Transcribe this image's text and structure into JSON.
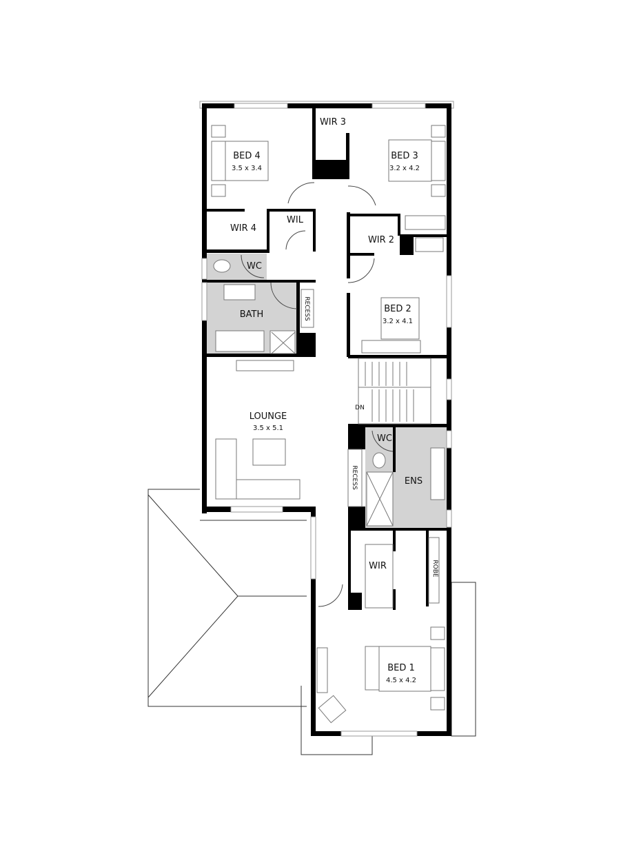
{
  "rooms": {
    "bed4": {
      "name": "BED 4",
      "size": "3.5 x 3.4"
    },
    "bed3": {
      "name": "BED 3",
      "size": "3.2 x 4.2"
    },
    "bed2": {
      "name": "BED 2",
      "size": "3.2 x 4.1"
    },
    "bed1": {
      "name": "BED 1",
      "size": "4.5 x 4.2"
    },
    "lounge": {
      "name": "LOUNGE",
      "size": "3.5 x 5.1"
    },
    "wir3": {
      "name": "WIR 3"
    },
    "wir4": {
      "name": "WIR 4"
    },
    "wil": {
      "name": "WIL"
    },
    "wir2": {
      "name": "WIR 2"
    },
    "wc_main": {
      "name": "WC"
    },
    "bath": {
      "name": "BATH"
    },
    "recess_bath": {
      "name": "RECESS"
    },
    "recess_ens": {
      "name": "RECESS"
    },
    "wc_ens": {
      "name": "WC"
    },
    "ens": {
      "name": "ENS"
    },
    "wir1": {
      "name": "WIR"
    },
    "robe": {
      "name": "ROBE"
    }
  },
  "stairs": {
    "direction_label": "DN"
  },
  "colors": {
    "walls": "#000000",
    "wet_areas": "#d3d3d3",
    "background": "#ffffff"
  }
}
